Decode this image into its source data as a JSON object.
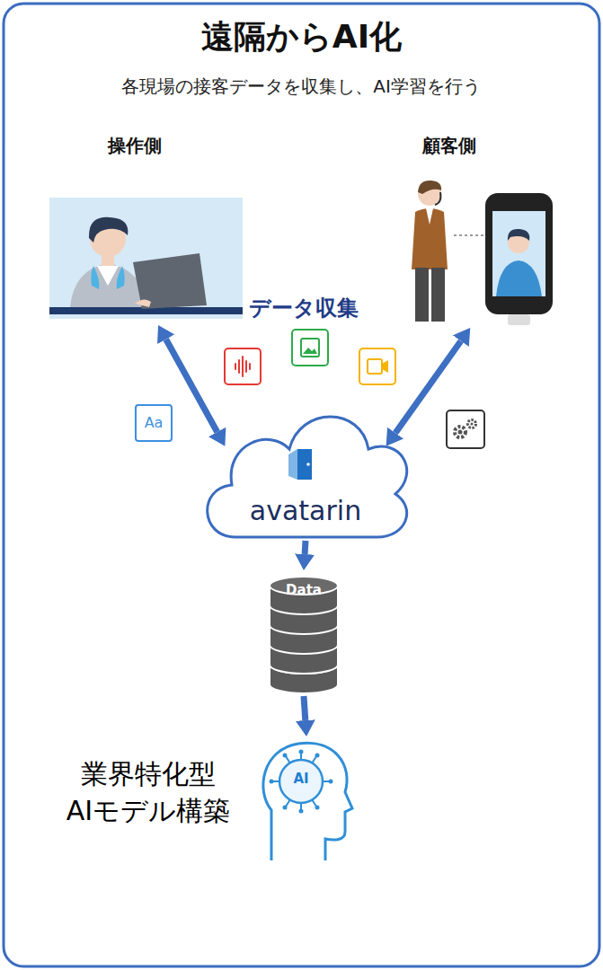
{
  "diagram": {
    "title": "遠隔からAI化",
    "nodes": [
      {
        "text": [
          "操作側"
        ]
      },
      {
        "text": [
          "顧客側"
        ]
      },
      {
        "text": [
          "avatarin"
        ]
      },
      {
        "text": [
          "Data"
        ]
      },
      {
        "text": [
          "AI",
          "業界特化型 AIモデル構築"
        ]
      }
    ],
    "edges": [
      {
        "from": 0,
        "to": 2,
        "arrow": "both"
      },
      {
        "from": 1,
        "to": 2,
        "arrow": "both"
      },
      {
        "from": 2,
        "to": 3,
        "arrow": "to"
      },
      {
        "from": 3,
        "to": 4,
        "arrow": "to"
      }
    ],
    "labels": [
      "各現場の接客データを収集し、AI学習を行う",
      "データ収集",
      "Aa"
    ]
  }
}
